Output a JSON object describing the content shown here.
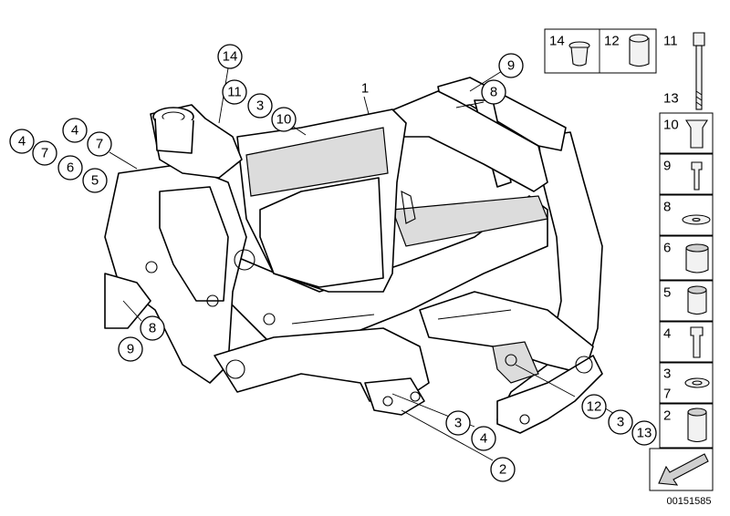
{
  "diagram": {
    "main_part_label": "1",
    "callouts": {
      "c14": "14",
      "c11": "11",
      "c3a": "3",
      "c10": "10",
      "c4a": "4",
      "c4b": "4",
      "c7a": "7",
      "c7b": "7",
      "c6": "6",
      "c5": "5",
      "c8a": "8",
      "c9a": "9",
      "c9b": "9",
      "c8b": "8",
      "c3b": "3",
      "c4c": "4",
      "c2": "2",
      "c12": "12",
      "c3c": "3",
      "c13": "13"
    }
  },
  "parts_panel": {
    "top_left": "14",
    "top_mid": "12",
    "bolt_top": "11",
    "bolt_bottom": "13",
    "rows": [
      "10",
      "9",
      "8",
      "6",
      "5",
      "4"
    ],
    "washer_top": "3",
    "washer_bottom": "7",
    "sleeve": "2"
  },
  "reference_code": "00151585"
}
